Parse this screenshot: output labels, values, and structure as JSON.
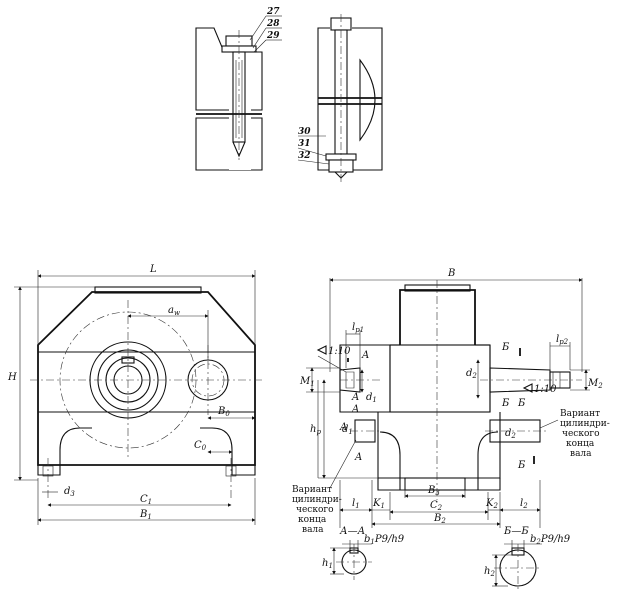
{
  "callouts_top_left": [
    "27",
    "28",
    "29"
  ],
  "callouts_top_right": [
    "30",
    "31",
    "32"
  ],
  "front_view": {
    "L": "L",
    "H": "H",
    "aw": "a",
    "aw_sub": "w",
    "B0": "B",
    "B0_sub": "0",
    "C0": "C",
    "C0_sub": "0",
    "d3": "d",
    "d3_sub": "3",
    "C1": "C",
    "C1_sub": "1",
    "B1": "B",
    "B1_sub": "1"
  },
  "side_view": {
    "B": "B",
    "taper_left": "1:10",
    "taper_right": "1:10",
    "lp1": "l",
    "lp1_sub": "p1",
    "lp2": "l",
    "lp2_sub": "p2",
    "M1": "M",
    "M1_sub": "1",
    "M2": "M",
    "M2_sub": "2",
    "d1": "d",
    "d1_sub": "1",
    "d2": "d",
    "d2_sub": "2",
    "hp": "h",
    "hp_sub": "p",
    "l1": "l",
    "l1_sub": "1",
    "l2": "l",
    "l2_sub": "2",
    "K1": "K",
    "K1_sub": "1",
    "K2": "K",
    "K2_sub": "2",
    "B2": "B",
    "B2_sub": "2",
    "B3": "B",
    "B3_sub": "3",
    "C2": "C",
    "C2_sub": "2",
    "A": "A",
    "Bsec": "Б"
  },
  "variant_left": [
    "Вариант",
    "цилиндри-",
    "ческого",
    "конца",
    "вала"
  ],
  "variant_right": [
    "Вариант",
    "цилиндри-",
    "ческого",
    "конца",
    "вала"
  ],
  "section_aa": {
    "title": "А—А",
    "b1": "b",
    "b1_sub": "1",
    "tol": "P9/h9",
    "h1": "h",
    "h1_sub": "1"
  },
  "section_bb": {
    "title": "Б—Б",
    "b2": "b",
    "b2_sub": "2",
    "tol": "P9/h9",
    "h2": "h",
    "h2_sub": "2"
  }
}
